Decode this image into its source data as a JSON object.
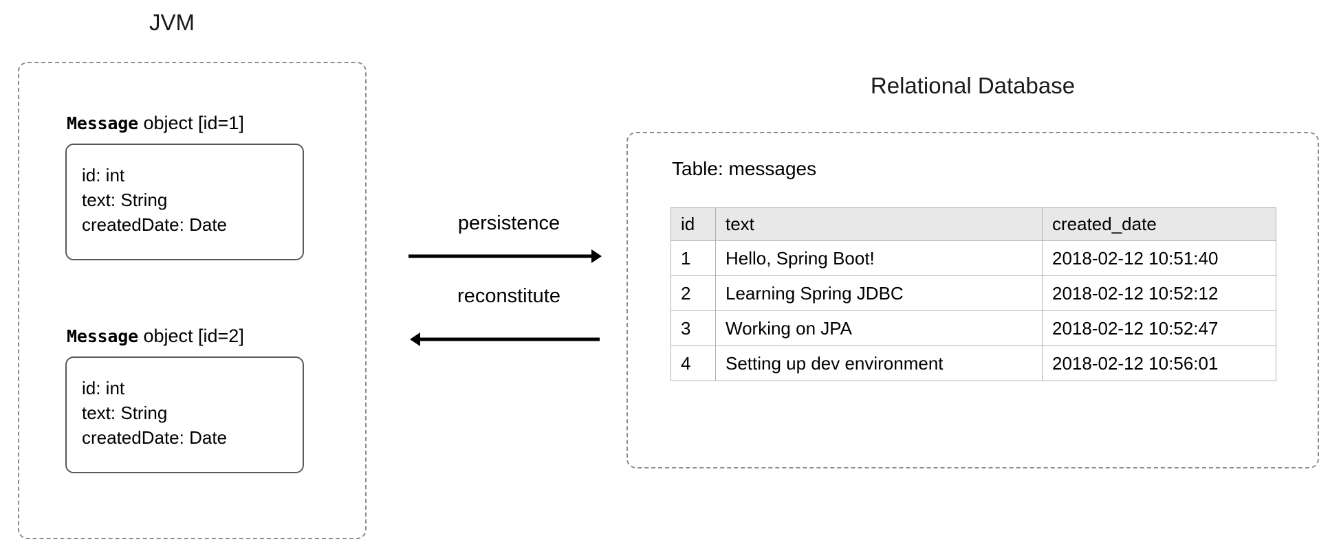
{
  "diagram": {
    "jvm": {
      "title": "JVM",
      "objects": [
        {
          "class_name": "Message",
          "caption_suffix": " object [id=1]",
          "fields": [
            "id: int",
            "text: String",
            "createdDate: Date"
          ]
        },
        {
          "class_name": "Message",
          "caption_suffix": " object [id=2]",
          "fields": [
            "id: int",
            "text: String",
            "createdDate: Date"
          ]
        }
      ]
    },
    "arrows": {
      "forward_label": "persistence",
      "backward_label": "reconstitute"
    },
    "database": {
      "title": "Relational Database",
      "table_caption": "Table: messages",
      "table": {
        "columns": [
          "id",
          "text",
          "created_date"
        ],
        "rows": [
          [
            "1",
            "Hello, Spring Boot!",
            "2018-02-12 10:51:40"
          ],
          [
            "2",
            "Learning Spring JDBC",
            "2018-02-12 10:52:12"
          ],
          [
            "3",
            "Working on JPA",
            "2018-02-12 10:52:47"
          ],
          [
            "4",
            "Setting up dev environment",
            "2018-02-12 10:56:01"
          ]
        ]
      }
    },
    "colors": {
      "dashed_border": "#8c8c8c",
      "card_border": "#555a5e",
      "table_border": "#b0b0b0",
      "header_fill": "#e8e8e8",
      "text": "#000000",
      "background": "#ffffff"
    }
  }
}
